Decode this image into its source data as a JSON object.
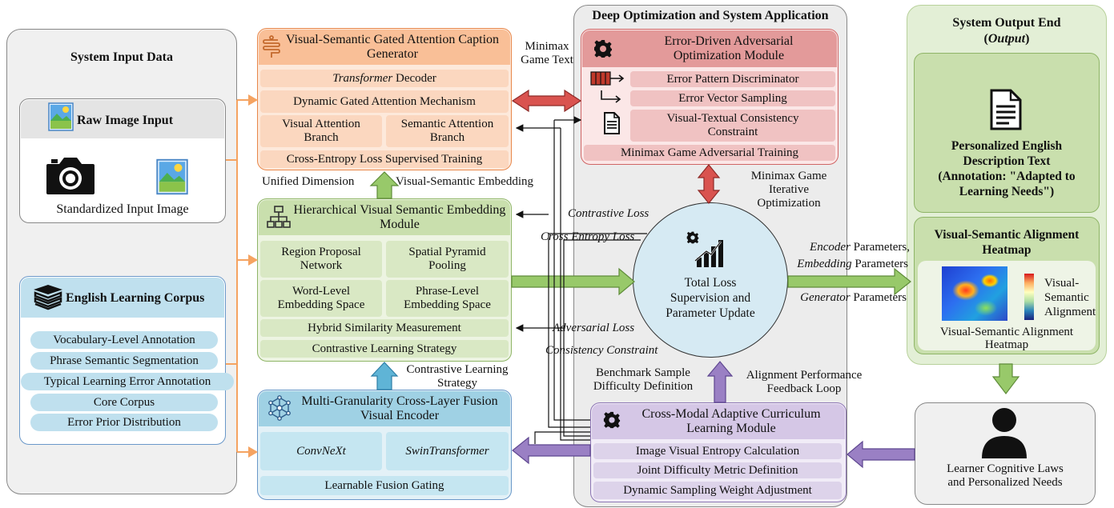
{
  "input_panel": {
    "title": "System Input Data",
    "raw_image": {
      "title": "Raw Image Input",
      "caption": "Standardized Input Image"
    },
    "corpus": {
      "title": "English Learning Corpus",
      "items": [
        "Vocabulary-Level Annotation",
        "Phrase Semantic Segmentation",
        "Typical Learning Error Annotation",
        "Core Corpus",
        "Error Prior Distribution"
      ]
    }
  },
  "caption_gen": {
    "title": "Visual-Semantic Gated Attention Caption Generator",
    "decoder_italic": "Transformer",
    "decoder_rest": " Decoder",
    "gating": "Dynamic Gated Attention Mechanism",
    "visual_branch": "Visual Attention Branch",
    "semantic_branch": "Semantic Attention Branch",
    "training": "Cross-Entropy Loss Supervised Training"
  },
  "embedding": {
    "title": "Hierarchical Visual Semantic Embedding Module",
    "rpn": "Region Proposal Network",
    "spp": "Spatial Pyramid Pooling",
    "word": "Word-Level Embedding Space",
    "phrase": "Phrase-Level Embedding Space",
    "hybrid": "Hybrid Similarity Measurement",
    "contrastive": "Contrastive Learning Strategy"
  },
  "encoder": {
    "title": "Multi-Granularity Cross-Layer Fusion Visual Encoder",
    "convnext": "ConvNeXt",
    "swin": "SwinTransformer",
    "gating": "Learnable Fusion Gating"
  },
  "optimization_panel": {
    "title": "Deep Optimization and System Application",
    "adversarial": {
      "title": "Error-Driven Adversarial Optimization Module",
      "discriminator": "Error Pattern Discriminator",
      "sampling": "Error Vector Sampling",
      "consistency": "Visual-Textual Consistency Constraint",
      "training": "Minimax Game Adversarial Training"
    },
    "total_loss": "Total Loss Supervision and Parameter Update",
    "curriculum": {
      "title": "Cross-Modal Adaptive Curriculum Learning Module",
      "entropy": "Image Visual Entropy Calculation",
      "metric": "Joint Difficulty Metric Definition",
      "weight": "Dynamic Sampling Weight Adjustment"
    }
  },
  "output_panel": {
    "title": "System Output End",
    "title_paren": "Output",
    "description": "Personalized English Description Text (Annotation: \"Adapted to Learning Needs\")",
    "heatmap_title": "Visual-Semantic Alignment Heatmap",
    "heatmap_legend": "Visual-Semantic Alignment",
    "heatmap_caption": "Visual-Semantic Alignment Heatmap"
  },
  "learner": {
    "label": "Learner Cognitive Laws and Personalized Needs"
  },
  "labels": {
    "minimax_text": "Minimax Game Text",
    "unified_dim": "Unified Dimension",
    "vs_embedding": "Visual-Semantic Embedding",
    "contrastive_strategy": "Contrastive Learning Strategy",
    "contrastive_loss": "Contrastive Loss",
    "cross_entropy_loss": "Cross Entropy Loss",
    "adversarial_loss": "Adversarial Loss",
    "consistency_constraint": "Consistency Constraint",
    "minimax_iter": "Minimax Game Iterative Optimization",
    "encoder_params_italic": "Encoder",
    "encoder_params_rest": " Parameters,",
    "embedding_params_italic": "Embedding",
    "embedding_params_rest": " Parameters",
    "generator_params_italic": "Generator",
    "generator_params_rest": " Parameters",
    "benchmark": "Benchmark Sample Difficulty Definition",
    "alignment_feedback": "Alignment Performance Feedback Loop"
  },
  "colors": {
    "orange": "#f5a97b",
    "orange_light": "#fbd7bf",
    "green": "#a8c97f",
    "green_light": "#d9e8c4",
    "blue": "#8fcbe0",
    "blue_light": "#c5e6f1",
    "red": "#e07c7c",
    "red_light": "#f0c2c2",
    "purple": "#b8a6d3",
    "purple_light": "#ddd3ea",
    "circle": "#d6eaf3"
  }
}
